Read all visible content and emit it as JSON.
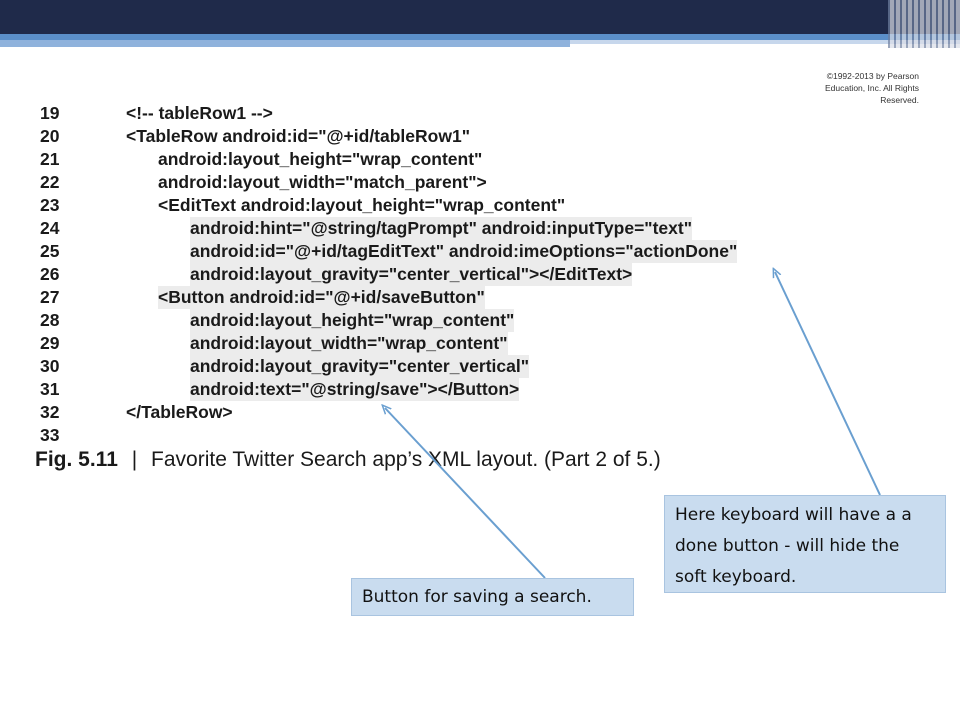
{
  "copyright": {
    "line1": "©1992-2013 by Pearson",
    "line2": "Education, Inc. All Rights",
    "line3": "Reserved."
  },
  "code_lines": [
    {
      "num": "19",
      "text": "<!-- tableRow1 -->"
    },
    {
      "num": "20",
      "text": "<TableRow android:id=\"@+id/tableRow1\""
    },
    {
      "num": "21",
      "text": "android:layout_height=\"wrap_content\""
    },
    {
      "num": "22",
      "text": "android:layout_width=\"match_parent\">"
    },
    {
      "num": "23",
      "text": "<EditText android:layout_height=\"wrap_content\""
    },
    {
      "num": "24",
      "text": "android:hint=\"@string/tagPrompt\" android:inputType=\"text\""
    },
    {
      "num": "25",
      "text": "android:id=\"@+id/tagEditText\" android:imeOptions=\"actionDone\""
    },
    {
      "num": "26",
      "text": "android:layout_gravity=\"center_vertical\"></EditText>"
    },
    {
      "num": "27",
      "text": "<Button android:id=\"@+id/saveButton\""
    },
    {
      "num": "28",
      "text": "android:layout_height=\"wrap_content\""
    },
    {
      "num": "29",
      "text": "android:layout_width=\"wrap_content\""
    },
    {
      "num": "30",
      "text": "android:layout_gravity=\"center_vertical\""
    },
    {
      "num": "31",
      "text": "android:text=\"@string/save\"></Button>"
    },
    {
      "num": "32",
      "text": "</TableRow>"
    },
    {
      "num": "33",
      "text": ""
    }
  ],
  "caption": {
    "fig": "Fig. 5.11",
    "separator": "|",
    "text": "Favorite Twitter Search app’s XML layout. (Part 2 of 5.)"
  },
  "callouts": {
    "keyboard": "Here keyboard will have a a done button - will hide the soft keyboard.",
    "button": "Button for saving a search."
  },
  "colors": {
    "header_dark": "#1f2a4a",
    "header_accent": "#5b8fc9",
    "callout_fill": "#c9dcef",
    "code_highlight": "#ececec",
    "arrow": "#6a9fd0"
  }
}
